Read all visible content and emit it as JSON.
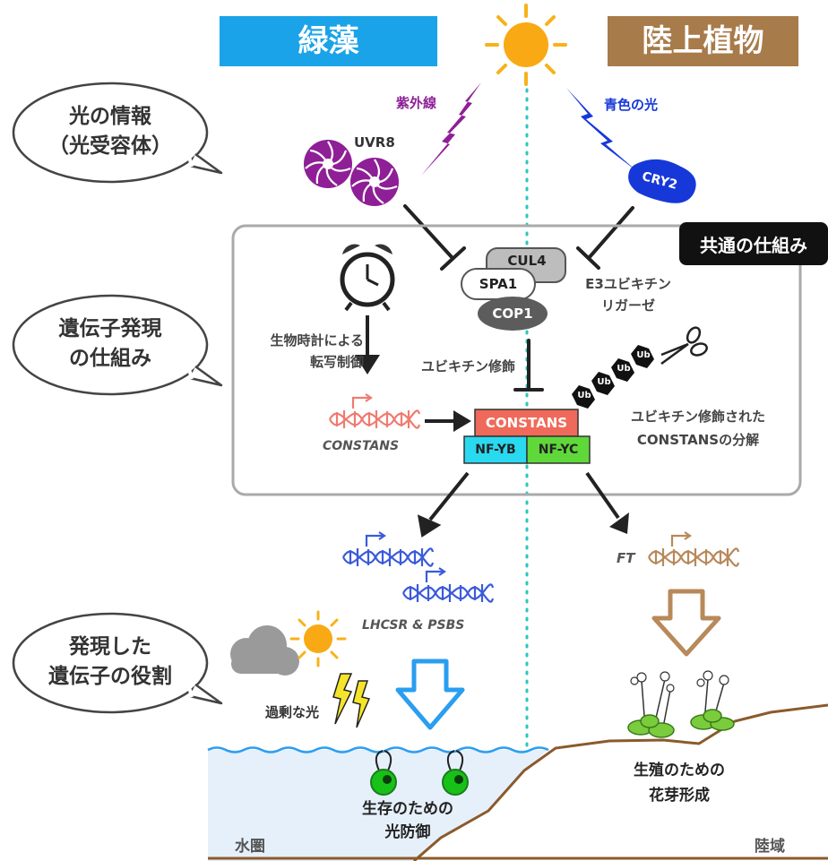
{
  "headers": {
    "algae": "緑藻",
    "land_plants": "陸上植物",
    "common_mechanism": "共通の仕組み"
  },
  "bubbles": {
    "light_info": [
      "光の情報",
      "（光受容体）"
    ],
    "gene_expression": [
      "遺伝子発現",
      "の仕組み"
    ],
    "gene_role": [
      "発現した",
      "遺伝子の役割"
    ]
  },
  "photoreceptors": {
    "uv_label": "紫外線",
    "uvr8": "UVR8",
    "blue_label": "青色の光",
    "cry2": "CRY2"
  },
  "ligase_complex": {
    "cul4": "CUL4",
    "spa1": "SPA1",
    "cop1": "COP1",
    "name": [
      "E3ユビキチン",
      "リガーゼ"
    ]
  },
  "mechanism": {
    "clock_label": [
      "生物時計による",
      "転写制御"
    ],
    "ubiquitination_label": "ユビキチン修飾",
    "constans_gene": "CONSTANS",
    "constans_protein": "CONSTANS",
    "nf_yb": "NF-YB",
    "nf_yc": "NF-YC",
    "ub_tag": "Ub",
    "degradation_label": [
      "ユビキチン修飾された",
      "CONSTANSの分解"
    ]
  },
  "algae_outcome": {
    "genes": "LHCSR & PSBS",
    "excess_light": "過剰な光",
    "role": [
      "生存のための",
      "光防御"
    ],
    "habitat": "水圏"
  },
  "land_outcome": {
    "gene": "FT",
    "role": [
      "生殖のための",
      "花芽形成"
    ],
    "habitat": "陸域"
  },
  "colors": {
    "algae_blue": "#1aa3e8",
    "land_brown": "#a87b4a",
    "uv_purple": "#8e1f96",
    "blue_light": "#1738d8",
    "constans_red": "#ef6a5a",
    "nfyb_cyan": "#29d9f0",
    "nfyc_green": "#5fd83a",
    "gene_pink": "#ef7b70",
    "gene_blue": "#3b5bd9",
    "gene_brown": "#b8895a",
    "water": "#e6f0fb",
    "ground": "#8b5a2b"
  }
}
